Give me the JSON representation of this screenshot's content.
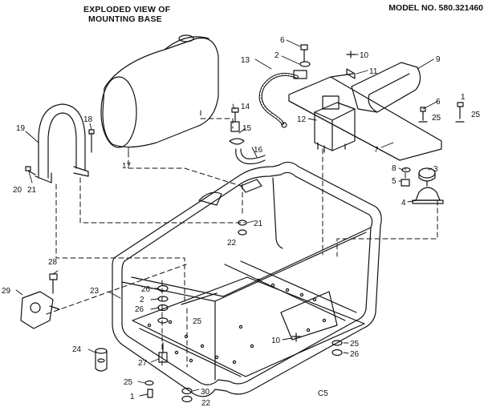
{
  "title_line1": "EXPLODED VIEW OF",
  "title_line2": "MOUNTING BASE",
  "model": "MODEL NO. 580.321460",
  "corner_code": "C5",
  "labels": {
    "n1a": "1",
    "n1b": "1",
    "n2a": "2",
    "n2b": "2",
    "n3": "3",
    "n4": "4",
    "n5": "5",
    "n6a": "6",
    "n6b": "6",
    "n7": "7",
    "n8": "8",
    "n9": "9",
    "n10a": "10",
    "n10b": "10",
    "n11": "11",
    "n12": "12",
    "n13": "13",
    "n14": "14",
    "n15": "15",
    "n16": "16",
    "n17": "17",
    "n18": "18",
    "n19": "19",
    "n20": "20",
    "n21a": "21",
    "n21b": "21",
    "n22a": "22",
    "n22b": "22",
    "n23": "23",
    "n24": "24",
    "n25a": "25",
    "n25b": "25",
    "n25c": "25",
    "n25d": "25",
    "n25e": "25",
    "n26a": "26",
    "n26b": "26",
    "n26c": "26",
    "n27": "27",
    "n28": "28",
    "n29": "29",
    "n30": "30"
  }
}
